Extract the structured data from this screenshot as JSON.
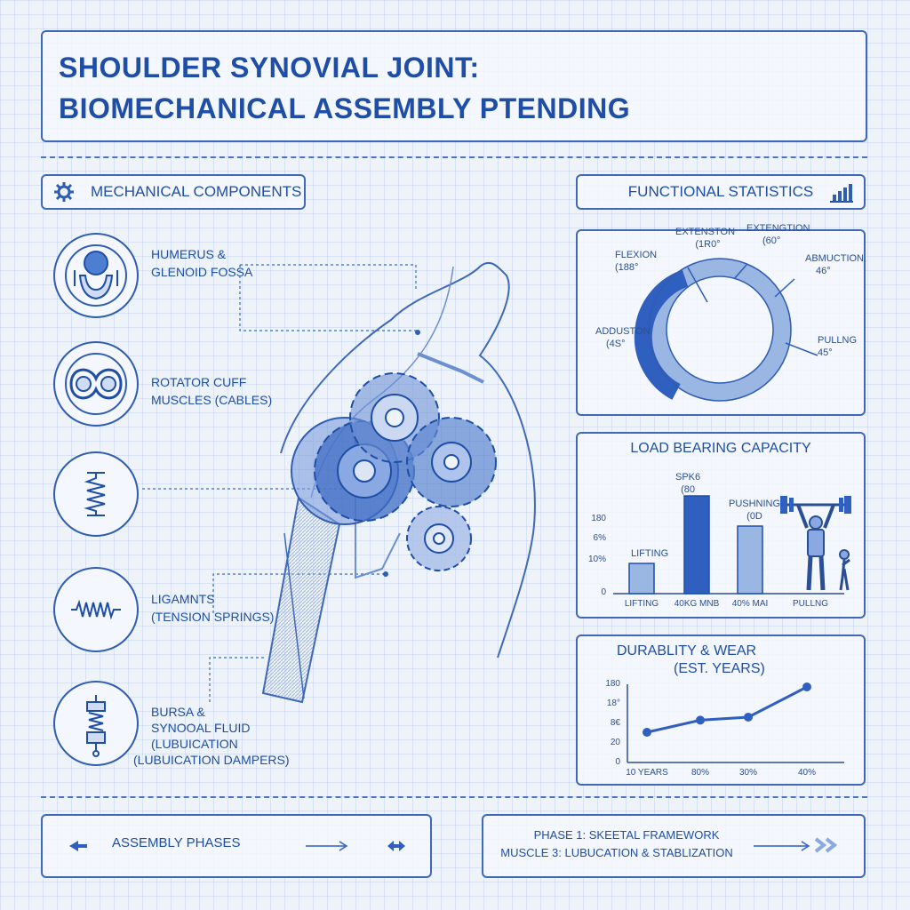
{
  "title": {
    "line1": "SHOULDER SYNOVIAL JOINT:",
    "line2": "BIOMECHANICAL ASSEMBLY PTENDING"
  },
  "components": {
    "header": "MECHANICAL COMPONENTS",
    "header_icon": "gear-icon",
    "items": [
      {
        "icon": "humerus-head-icon",
        "lines": [
          "HUMERUS &",
          "GLENOID FOSSA"
        ]
      },
      {
        "icon": "rotator-cuff-icon",
        "lines": [
          "ROTATOR CUFF",
          "MUSCLES (CABLES)"
        ]
      },
      {
        "icon": "spring-icon",
        "lines": []
      },
      {
        "icon": "tension-spring-icon",
        "lines": [
          "LIGAMNTS",
          "(TENSION SPRINGS)"
        ]
      },
      {
        "icon": "damper-icon",
        "lines": [
          "BURSA &",
          "SYNOOAL FLUID",
          "(LUBUICATION",
          "(LUBUICATION DAMPERS)"
        ]
      }
    ]
  },
  "stats": {
    "header": "FUNCTIONAL STATISTICS",
    "header_icon": "bar-chart-icon",
    "ring": {
      "labels": [
        {
          "lines": [
            "EXTENSTON",
            "(1R0°"
          ]
        },
        {
          "lines": [
            "EXTENGTION",
            "(60°"
          ]
        },
        {
          "lines": [
            "FLEXION",
            "(188°"
          ]
        },
        {
          "lines": [
            "ABMUCTION",
            "46°"
          ]
        },
        {
          "lines": [
            "ADDUSTON",
            "(4S°"
          ]
        },
        {
          "lines": [
            "PULLNG",
            "45°"
          ]
        }
      ]
    }
  },
  "chart_data": [
    {
      "type": "bar",
      "title": "LOAD BEARING CAPACITY",
      "y_tick_labels": [
        "180",
        "6%",
        "10%",
        "0"
      ],
      "categories": [
        "LIFTING",
        "40KG MNB",
        "40% MAI",
        "PULLNG"
      ],
      "values": [
        34,
        110,
        76,
        0
      ],
      "bar_labels": [
        [
          "LIFTING"
        ],
        [
          "SPK6",
          "(80"
        ],
        [
          "PUSHNING",
          "(0D"
        ],
        []
      ],
      "colors": [
        "#9ab6e3",
        "#2f5fbf",
        "#9ab6e3",
        "#9ab6e3"
      ],
      "ylim": [
        0,
        120
      ],
      "icons": [
        "weightlifter-icon",
        "small-figure-icon"
      ]
    },
    {
      "type": "line",
      "title": "DURABLITY & WEAR",
      "subtitle": "(EST. YEARS)",
      "y_tick_labels": [
        "180",
        "18°",
        "8€",
        "20",
        "0"
      ],
      "categories": [
        "10 YEARS",
        "80%",
        "30%",
        "40%"
      ],
      "values": [
        40,
        56,
        60,
        100
      ],
      "ylim": [
        0,
        120
      ]
    }
  ],
  "phases": {
    "left": {
      "label": "ASSEMBLY PHASES",
      "left_icon": "arrow-left-icon",
      "right_icon": "arrow-right-icon",
      "end_icon": "double-arrow-icon"
    },
    "right": {
      "lines": [
        "PHASE 1: SKEETAL FRAMEWORK",
        "MUSCLE 3: LUBUCATION & STABLIZATION"
      ],
      "arrow_icon": "arrow-right-icon",
      "end_icon": "double-chevron-right-icon"
    }
  },
  "colors": {
    "ink": "#1e4ea6",
    "accent": "#2f5fbf",
    "light": "#9ab6e3",
    "background": "#eef3fa"
  }
}
